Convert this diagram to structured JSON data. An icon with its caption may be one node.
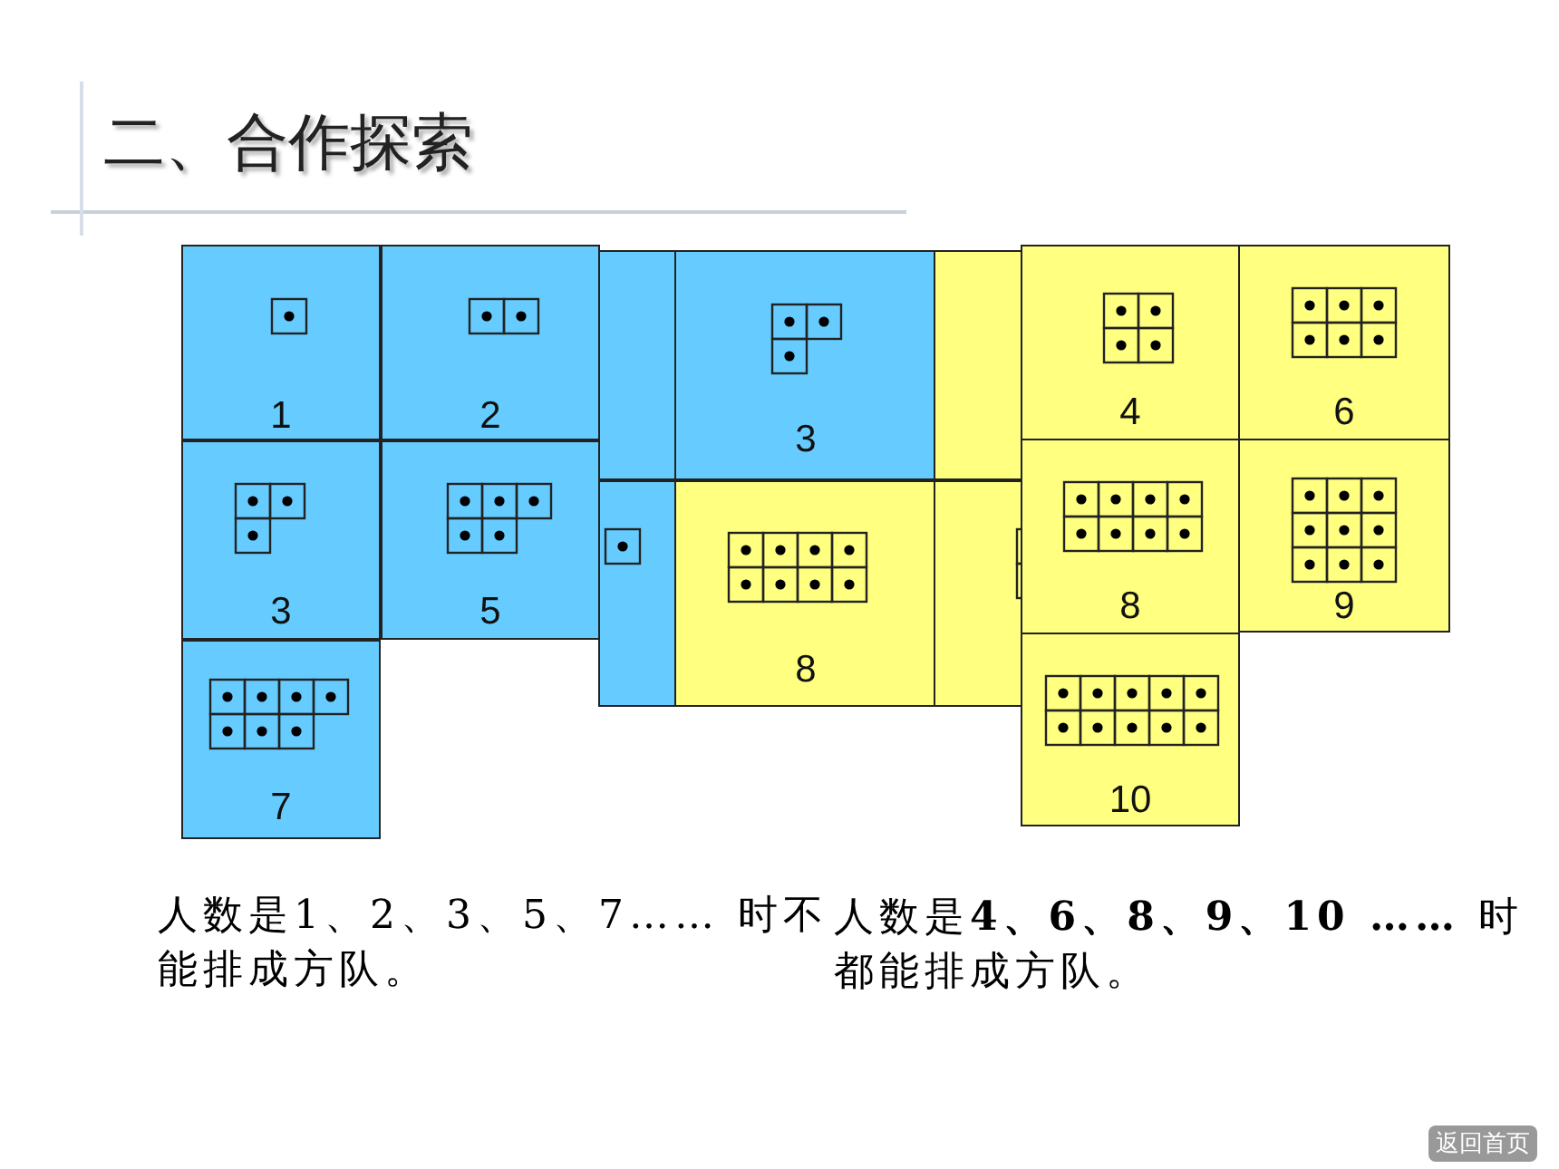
{
  "diagram": {
    "title": "二、合作探索",
    "nodes": [
      {
        "text": [
          "1"
        ]
      },
      {
        "text": [
          "2"
        ]
      },
      {
        "text": [],
        "shape": "box"
      },
      {
        "text": [
          "3"
        ]
      },
      {
        "text": [],
        "shape": "box"
      },
      {
        "text": [
          "3"
        ]
      },
      {
        "text": [
          "5"
        ]
      },
      {
        "text": [],
        "shape": "box"
      },
      {
        "text": [
          "8"
        ]
      },
      {
        "text": [],
        "shape": "box"
      },
      {
        "text": [
          "7"
        ]
      },
      {
        "text": [
          "4"
        ]
      },
      {
        "text": [
          "6"
        ]
      },
      {
        "text": [
          "8"
        ]
      },
      {
        "text": [
          "9"
        ]
      },
      {
        "text": [
          "10"
        ]
      }
    ],
    "labels": [
      "人数是1、2、3、5、7…… 时不能排成方队。",
      "人数是**4、6、8、9、10 ……** 时都能排成方队。",
      "返回首页"
    ]
  }
}
